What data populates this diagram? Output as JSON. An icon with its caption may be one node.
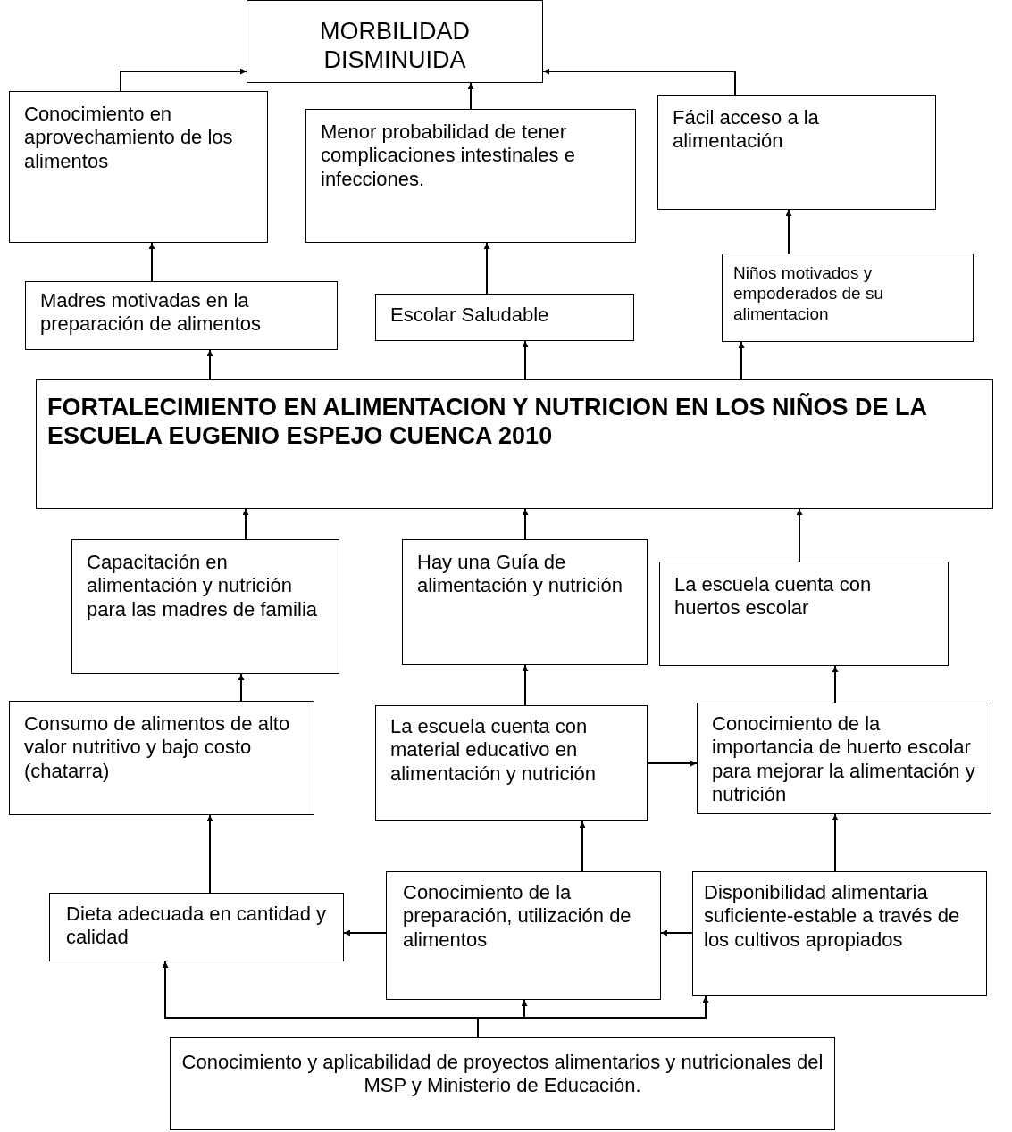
{
  "diagram": {
    "nodes": [
      {
        "text": [
          "MORBILIDAD DISMINUIDA"
        ]
      },
      {
        "text": [
          "Conocimiento en aprovechamiento de los alimentos"
        ]
      },
      {
        "text": [
          "Menor  probabilidad de tener complicaciones intestinales e infecciones."
        ]
      },
      {
        "text": [
          "Fácil acceso a la alimentación"
        ]
      },
      {
        "text": [
          "Madres  motivadas  en la preparación de alimentos"
        ]
      },
      {
        "text": [
          "Escolar Saludable"
        ]
      },
      {
        "text": [
          "Niños  motivados  y empoderados  de su alimentacion"
        ]
      },
      {
        "text": [
          "FORTALECIMIENTO  EN ALIMENTACION Y NUTRICION EN LOS NIÑOS DE   LA ESCUELA  EUGENIO ESPEJO CUENCA 2010"
        ]
      },
      {
        "text": [
          "Capacitación en alimentación y nutrición  para las madres de familia"
        ]
      },
      {
        "text": [
          "Hay una Guía de alimentación y nutrición"
        ]
      },
      {
        "text": [
          "La escuela  cuenta con huertos escolar"
        ]
      },
      {
        "text": [
          "Consumo de alimentos de alto valor nutritivo  y bajo costo (chatarra)"
        ]
      },
      {
        "text": [
          "La escuela  cuenta con material educativo en alimentación y nutrición"
        ]
      },
      {
        "text": [
          "Conocimiento  de la importancia  de huerto escolar para  mejorar  la alimentación y nutrición"
        ]
      },
      {
        "text": [
          "Dieta adecuada en cantidad y calidad"
        ]
      },
      {
        "text": [
          "Conocimiento de la preparación, utilización de alimentos"
        ]
      },
      {
        "text": [
          "Disponibilidad alimentaria suficiente-estable a través de los cultivos apropiados"
        ]
      },
      {
        "text": [
          "Conocimiento y aplicabilidad de proyectos  alimentarios y nutricionales del MSP y Ministerio de Educación."
        ]
      }
    ],
    "edges": [
      {
        "from": 1,
        "to": 0,
        "arrow": "to"
      },
      {
        "from": 2,
        "to": 0,
        "arrow": "to"
      },
      {
        "from": 3,
        "to": 0,
        "arrow": "to"
      },
      {
        "from": 4,
        "to": 1,
        "arrow": "to"
      },
      {
        "from": 5,
        "to": 2,
        "arrow": "to"
      },
      {
        "from": 6,
        "to": 3,
        "arrow": "to"
      },
      {
        "from": 7,
        "to": 4,
        "arrow": "to"
      },
      {
        "from": 7,
        "to": 5,
        "arrow": "to"
      },
      {
        "from": 7,
        "to": 6,
        "arrow": "to"
      },
      {
        "from": 8,
        "to": 7,
        "arrow": "to"
      },
      {
        "from": 9,
        "to": 7,
        "arrow": "to"
      },
      {
        "from": 10,
        "to": 7,
        "arrow": "to"
      },
      {
        "from": 11,
        "to": 8,
        "arrow": "to"
      },
      {
        "from": 12,
        "to": 9,
        "arrow": "to"
      },
      {
        "from": 13,
        "to": 10,
        "arrow": "to"
      },
      {
        "from": 12,
        "to": 13,
        "arrow": "to"
      },
      {
        "from": 14,
        "to": 11,
        "arrow": "to"
      },
      {
        "from": 15,
        "to": 12,
        "arrow": "to"
      },
      {
        "from": 16,
        "to": 13,
        "arrow": "to"
      },
      {
        "from": 15,
        "to": 14,
        "arrow": "to"
      },
      {
        "from": 16,
        "to": 15,
        "arrow": "to"
      },
      {
        "from": 17,
        "to": 14,
        "arrow": "to"
      },
      {
        "from": 17,
        "to": 15,
        "arrow": "to"
      },
      {
        "from": 17,
        "to": 16,
        "arrow": "to"
      }
    ]
  }
}
